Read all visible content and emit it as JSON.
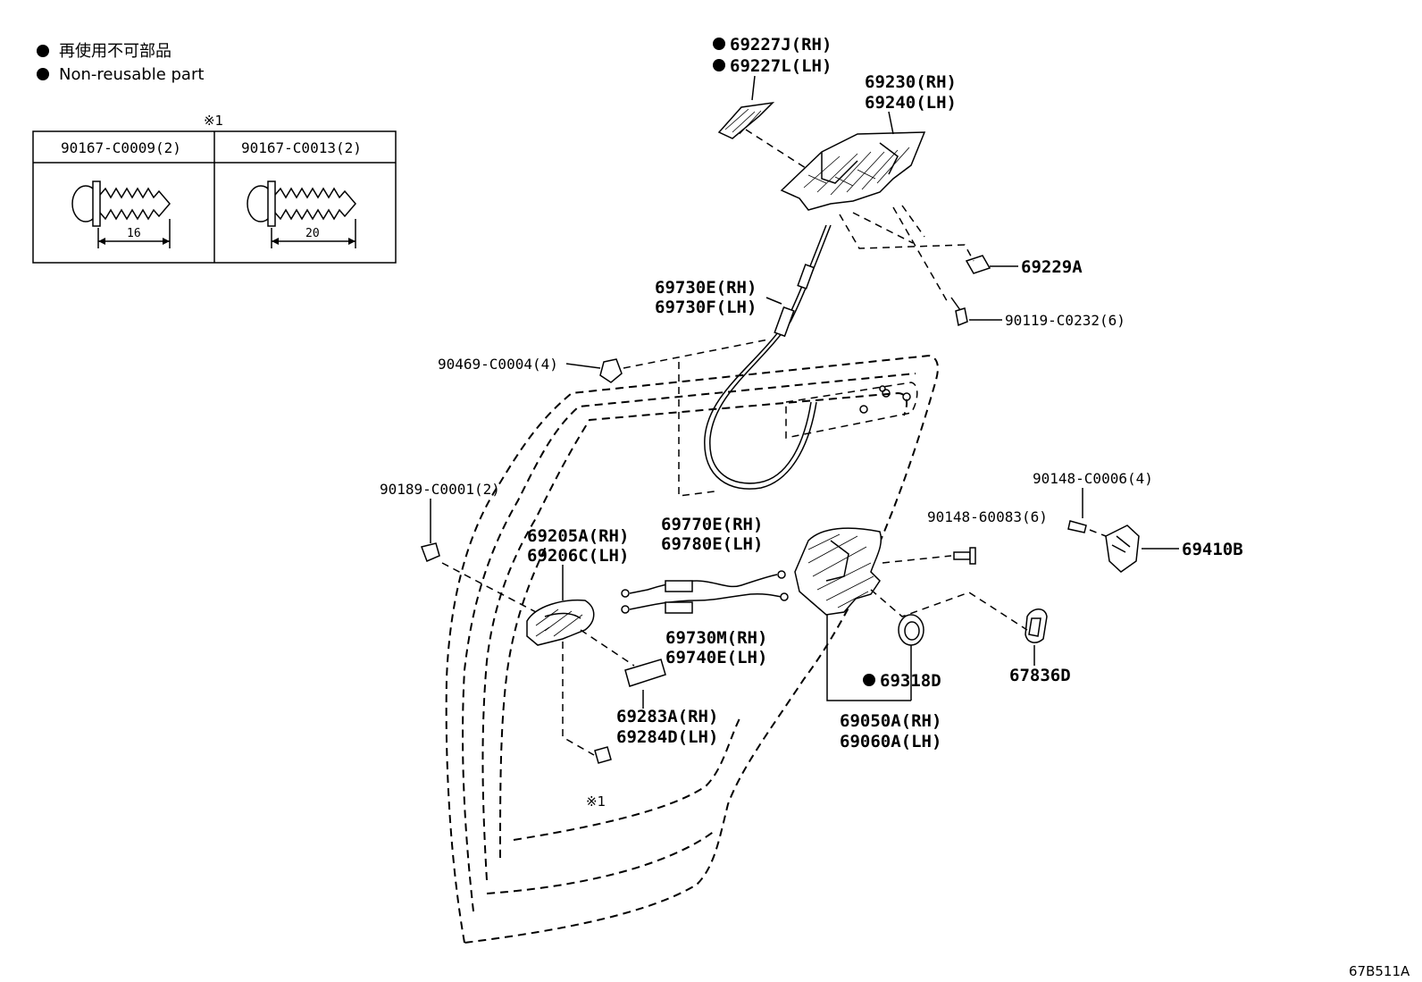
{
  "legend": {
    "jp_text": "再使用不可部品",
    "en_text": "Non-reusable part"
  },
  "screw_table": {
    "note_mark": "※1",
    "col1_part": "90167-C0009(2)",
    "col1_length": "16",
    "col2_part": "90167-C0013(2)",
    "col2_length": "20"
  },
  "parts": {
    "p69227j": "69227J(RH)",
    "p69227l": "69227L(LH)",
    "p69230": "69230(RH)",
    "p69240": "69240(LH)",
    "p69229a": "69229A",
    "p90119": "90119-C0232(6)",
    "p69730e": "69730E(RH)",
    "p69730f": "69730F(LH)",
    "p90469": "90469-C0004(4)",
    "p90148_c0006": "90148-C0006(4)",
    "p90148_60083": "90148-60083(6)",
    "p69410b": "69410B",
    "p90189": "90189-C0001(2)",
    "p69205a": "69205A(RH)",
    "p69206c": "69206C(LH)",
    "p69770e": "69770E(RH)",
    "p69780e": "69780E(LH)",
    "p69730m": "69730M(RH)",
    "p69740e": "69740E(LH)",
    "p69283a": "69283A(RH)",
    "p69284d": "69284D(LH)",
    "p69318d": "69318D",
    "p69050a": "69050A(RH)",
    "p69060a": "69060A(LH)",
    "p67836d": "67836D",
    "screw_note": "※1"
  },
  "diagram_code": "67B511A"
}
